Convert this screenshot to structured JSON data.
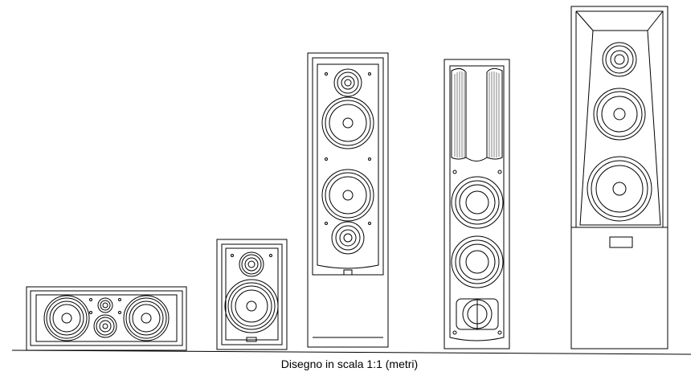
{
  "caption": "Disegno in scala 1:1 (metri)",
  "colors": {
    "line": "#000000",
    "background": "#ffffff"
  },
  "speakers": [
    {
      "name": "center-channel-speaker"
    },
    {
      "name": "bookshelf-speaker"
    },
    {
      "name": "floor-standing-speaker"
    },
    {
      "name": "slim-tower-speaker"
    },
    {
      "name": "tapered-tower-speaker"
    }
  ]
}
